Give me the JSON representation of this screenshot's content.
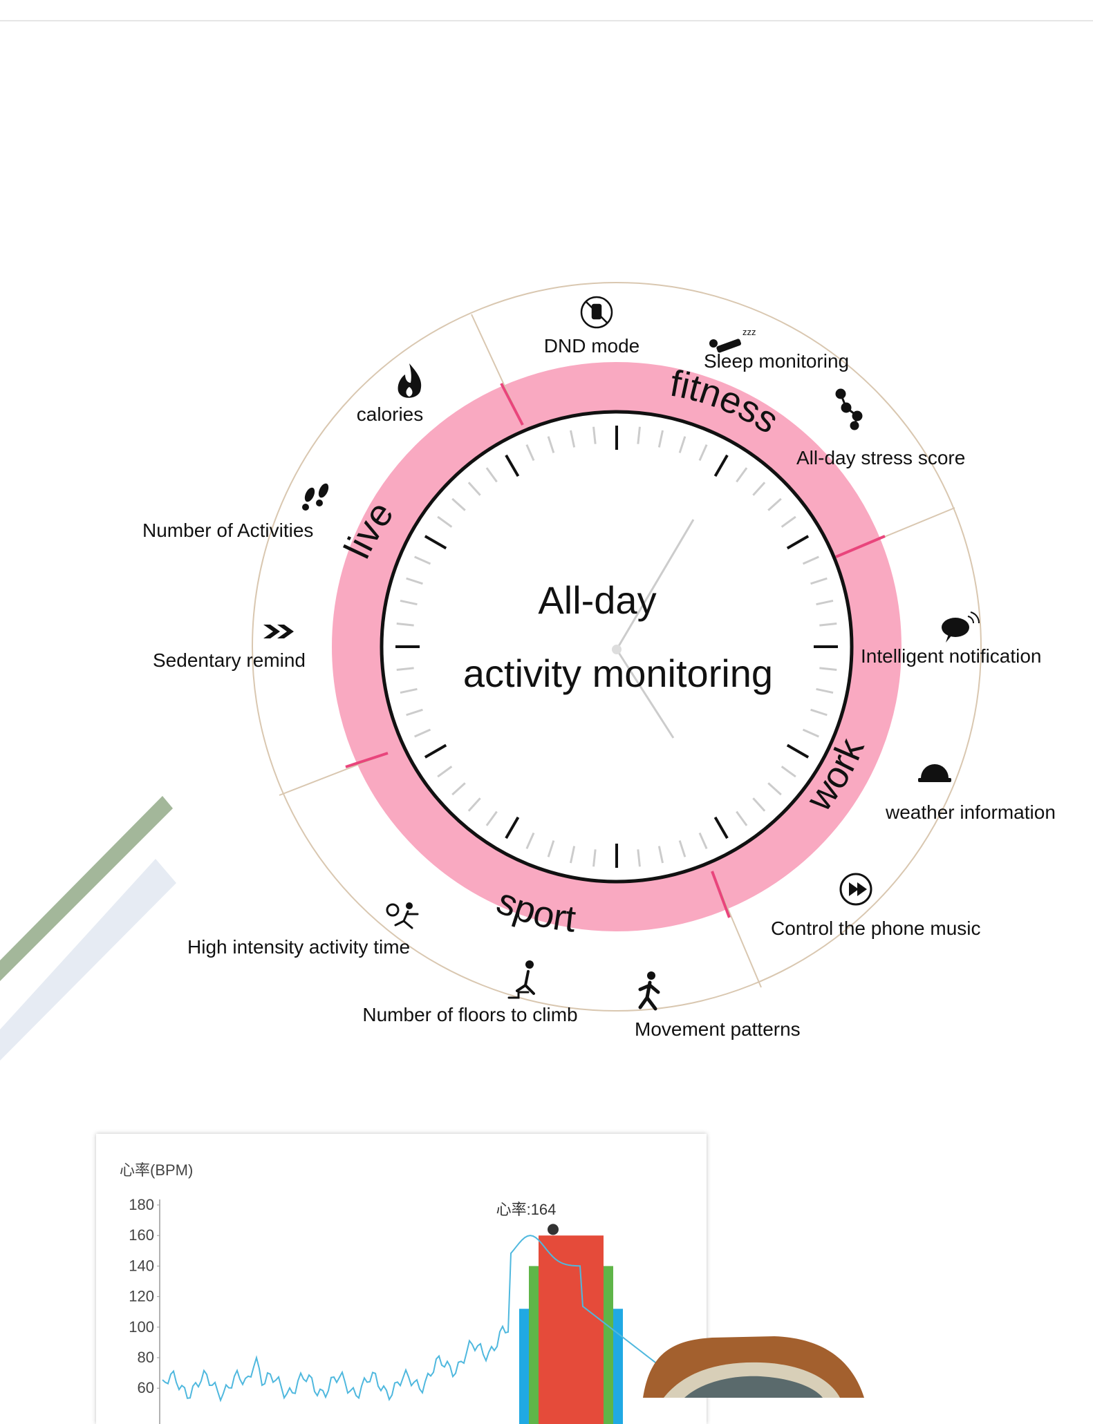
{
  "center": {
    "line1": "All-day",
    "line2": "activity monitoring"
  },
  "segments": {
    "fitness": "fitness",
    "work": "work",
    "sport": "sport",
    "live": "live"
  },
  "features": {
    "dnd": {
      "label": "DND mode",
      "icon": "dnd-icon"
    },
    "sleep": {
      "label": "Sleep monitoring",
      "icon": "sleep-icon"
    },
    "stress": {
      "label": "All-day stress score",
      "icon": "stress-icon"
    },
    "notification": {
      "label": "Intelligent notification",
      "icon": "chat-bubble-icon"
    },
    "weather": {
      "label": "weather information",
      "icon": "weather-icon"
    },
    "music": {
      "label": "Control the phone music",
      "icon": "play-icon"
    },
    "movement": {
      "label": "Movement patterns",
      "icon": "runner-icon"
    },
    "floors": {
      "label": "Number of floors to climb",
      "icon": "stairs-climb-icon"
    },
    "intensity": {
      "label": "High intensity activity time",
      "icon": "stopwatch-runner-icon"
    },
    "sedentary": {
      "label": "Sedentary remind",
      "icon": "double-chevron-icon"
    },
    "activities": {
      "label": "Number of Activities",
      "icon": "footprints-icon"
    },
    "calories": {
      "label": "calories",
      "icon": "flame-icon"
    }
  },
  "colors": {
    "ring": "#f9a9c1",
    "divider": "#e9457c",
    "outer": "#d9c7b0",
    "trace": "#4fb8de",
    "bar_red": "#e54b3a",
    "bar_green": "#5fb548",
    "bar_blue": "#20a9e3"
  },
  "chart_data": {
    "type": "area",
    "ylabel": "心率(BPM)",
    "yticks": [
      180,
      160,
      140,
      120,
      100,
      80,
      60
    ],
    "annotation": "心率:164",
    "peak": 164
  }
}
